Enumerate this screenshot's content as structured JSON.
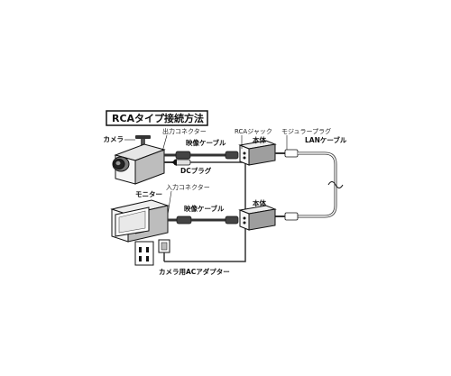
{
  "title": "RCAタイプ接続方法",
  "labels": {
    "camera": "カメラ",
    "output_connector": "出力コネクター",
    "video_cable_top": "映像ケーブル",
    "rca_jack": "RCAジャック",
    "modular_plug": "モジュラープラグ",
    "main_unit_top": "本体",
    "lan_cable": "LANケーブル",
    "dc_plug": "DCプラグ",
    "monitor": "モニター",
    "input_connector": "入力コネクター",
    "video_cable_bottom": "映像ケーブル",
    "main_unit_bottom": "本体",
    "camera_ac_adapter": "カメラ用ACアダプター"
  },
  "colors": {
    "ink": "#111111",
    "cable": "#333333",
    "fill_light": "#f2f2f2",
    "fill_mid": "#d9d9d9",
    "fill_dark": "#555555"
  }
}
